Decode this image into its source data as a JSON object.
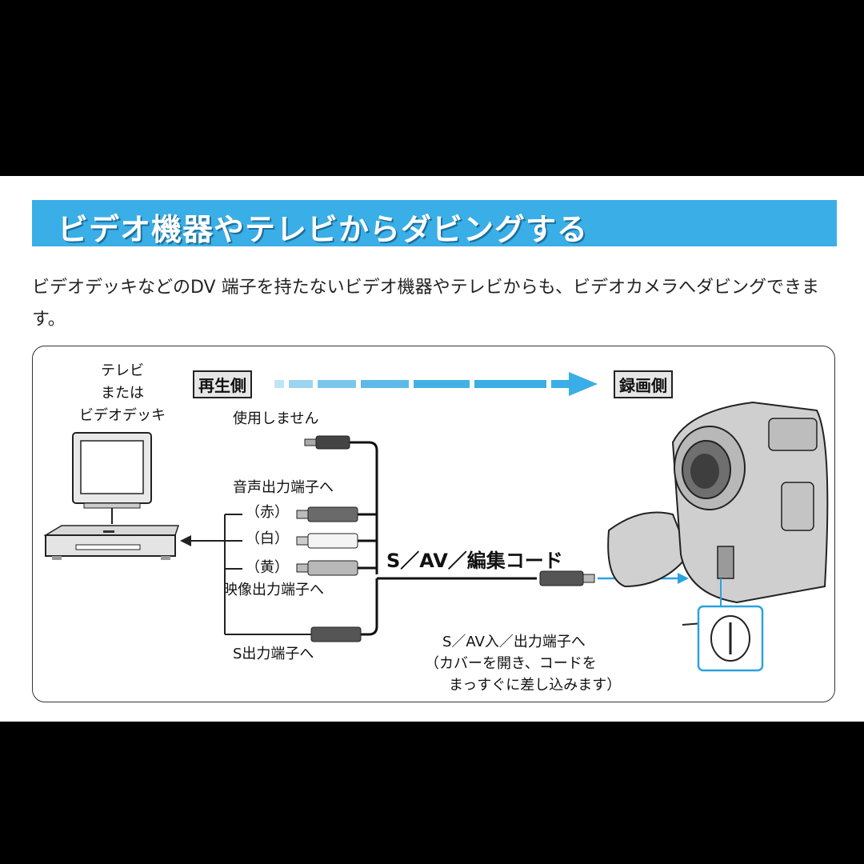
{
  "title": "ビデオ機器やテレビからダビングする",
  "intro_text": "ビデオデッキなどのDV 端子を持たないビデオ機器やテレビからも、ビデオカメラへダビングできます。",
  "diagram": {
    "source_device_label_lines": [
      "テレビ",
      "または",
      "ビデオデッキ"
    ],
    "playback_side": "再生側",
    "recording_side": "録画側",
    "not_used": "使用しません",
    "audio_out": "音声出力端子へ",
    "red": "（赤）",
    "white": "（白）",
    "yellow": "（黄）",
    "video_out": "映像出力端子へ",
    "s_out": "S出力端子へ",
    "cord_name": "S／AV／編集コード",
    "camera_port_lines": [
      "S／AV入／出力端子へ",
      "（カバーを開き、コードを",
      "まっすぐに差し込みます）"
    ]
  },
  "colors": {
    "title_bar": "#3aaee6",
    "arrow": "#3aaee6",
    "highlight": "#2aa3de"
  }
}
